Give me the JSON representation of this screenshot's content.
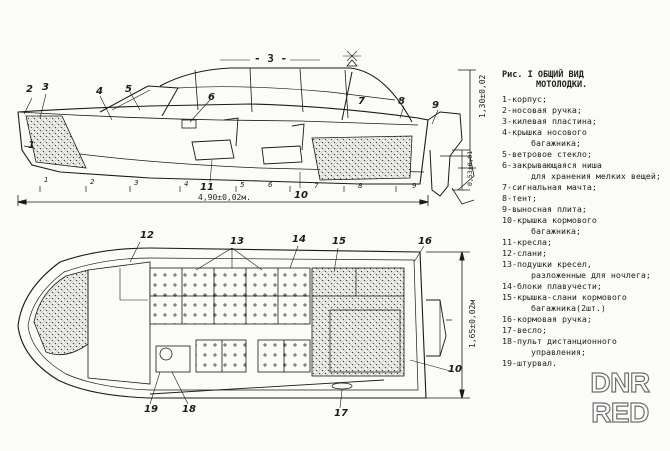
{
  "header": {
    "sheet_number": "- 3 -",
    "caption_line1": "Рис. I ОБЩИЙ ВИД",
    "caption_line2": "МОТОЛОДКИ."
  },
  "legend": [
    {
      "num": "1",
      "text": "-корпус;"
    },
    {
      "num": "2",
      "text": "-носовая ручка;"
    },
    {
      "num": "3",
      "text": "-килевая пластина;"
    },
    {
      "num": "4",
      "text": "-крышка носового",
      "cont": "багажника;"
    },
    {
      "num": "5",
      "text": "-ветровое стекло;"
    },
    {
      "num": "6",
      "text": "-закрывающаяся ниша",
      "cont": "для хранения мелких вещей;"
    },
    {
      "num": "7",
      "text": "-сигнальная мачта;"
    },
    {
      "num": "8",
      "text": "-тент;"
    },
    {
      "num": "9",
      "text": "-выносная плита;"
    },
    {
      "num": "10",
      "text": "-крышка кормового",
      "cont": "багажника;"
    },
    {
      "num": "11",
      "text": "-кресла;"
    },
    {
      "num": "12",
      "text": "-слани;"
    },
    {
      "num": "13",
      "text": "-подушки кресел,",
      "cont": "разложенные для ночлега;"
    },
    {
      "num": "14",
      "text": "-блоки плавучести;"
    },
    {
      "num": "15",
      "text": "-крышка-слани кормового",
      "cont": "багажника(2шт.)"
    },
    {
      "num": "16",
      "text": "-кормовая ручка;"
    },
    {
      "num": "17",
      "text": "-весло;"
    },
    {
      "num": "18",
      "text": "-пульт дистанционного",
      "cont": "управления;"
    },
    {
      "num": "19",
      "text": "-штурвал."
    }
  ],
  "dimensions": {
    "length": "4,90±0,02м.",
    "height": "1,30±0,02",
    "depth": "0,53±0,01",
    "width": "1,65±0,02м"
  },
  "side_labels": {
    "l1": "1",
    "l2": "2",
    "l3": "3",
    "l4": "4",
    "l5": "5",
    "l6": "6",
    "l7": "7",
    "l8": "8",
    "l9": "9",
    "l10": "10",
    "l11": "11"
  },
  "stations": {
    "s1": "1",
    "s2": "2",
    "s3": "3",
    "s4": "4",
    "s5": "5",
    "s6": "6",
    "s7": "7",
    "s8": "8",
    "s9": "9"
  },
  "plan_labels": {
    "l10": "10",
    "l12": "12",
    "l13": "13",
    "l14": "14",
    "l15": "15",
    "l16": "16",
    "l17": "17",
    "l18": "18",
    "l19": "19"
  },
  "watermark": {
    "line1": "DNR",
    "line2": "RED"
  }
}
